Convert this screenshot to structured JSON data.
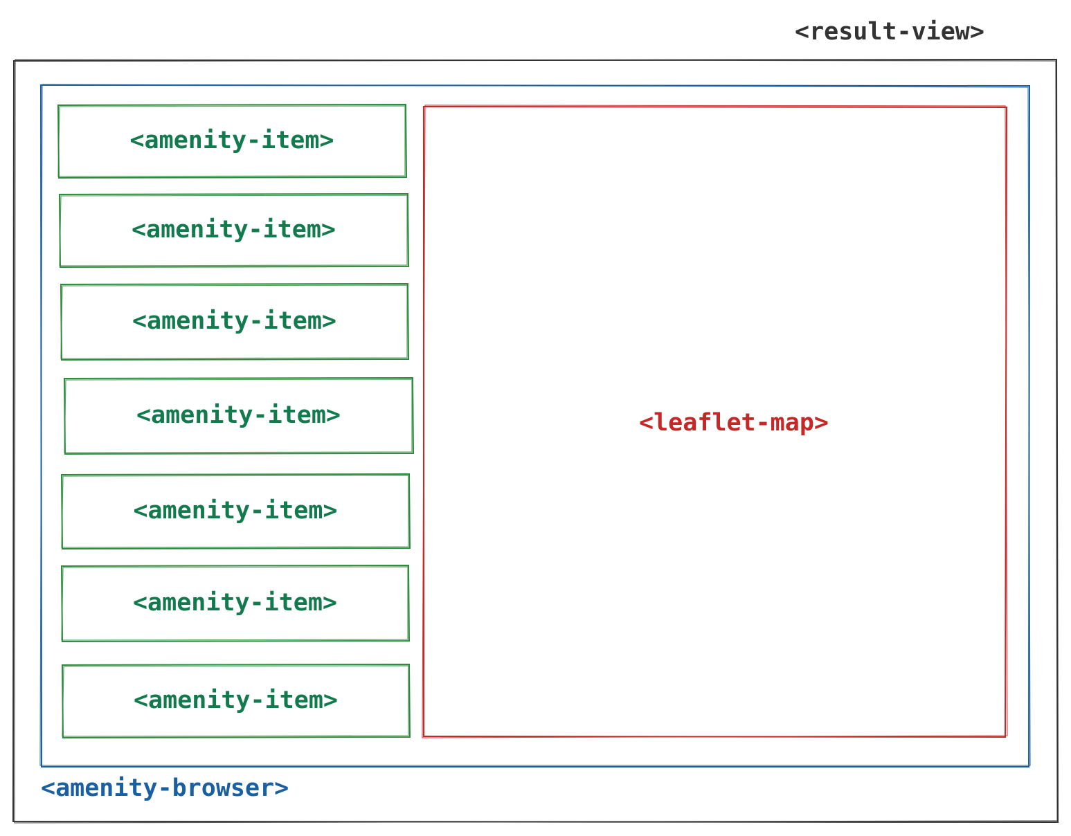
{
  "components": {
    "result_view": {
      "label": "<result-view>",
      "color": "#333333"
    },
    "amenity_browser": {
      "label": "<amenity-browser>",
      "color": "#1a5fa0"
    },
    "leaflet_map": {
      "label": "<leaflet-map>",
      "color": "#c62828"
    },
    "amenity_items": [
      {
        "label": "<amenity-item>"
      },
      {
        "label": "<amenity-item>"
      },
      {
        "label": "<amenity-item>"
      },
      {
        "label": "<amenity-item>"
      },
      {
        "label": "<amenity-item>"
      },
      {
        "label": "<amenity-item>"
      },
      {
        "label": "<amenity-item>"
      }
    ],
    "item_color": "#2e8b3e",
    "item_text_color": "#137a4e"
  }
}
